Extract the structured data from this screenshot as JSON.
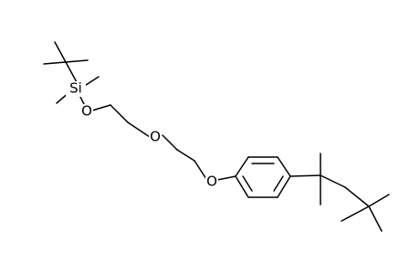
{
  "diagram": {
    "atoms": {
      "si": "Si",
      "o1": "O",
      "o2": "O",
      "o3": "O"
    },
    "colors": {
      "bond": "#000000",
      "label": "#000000",
      "background": "#ffffff"
    }
  }
}
